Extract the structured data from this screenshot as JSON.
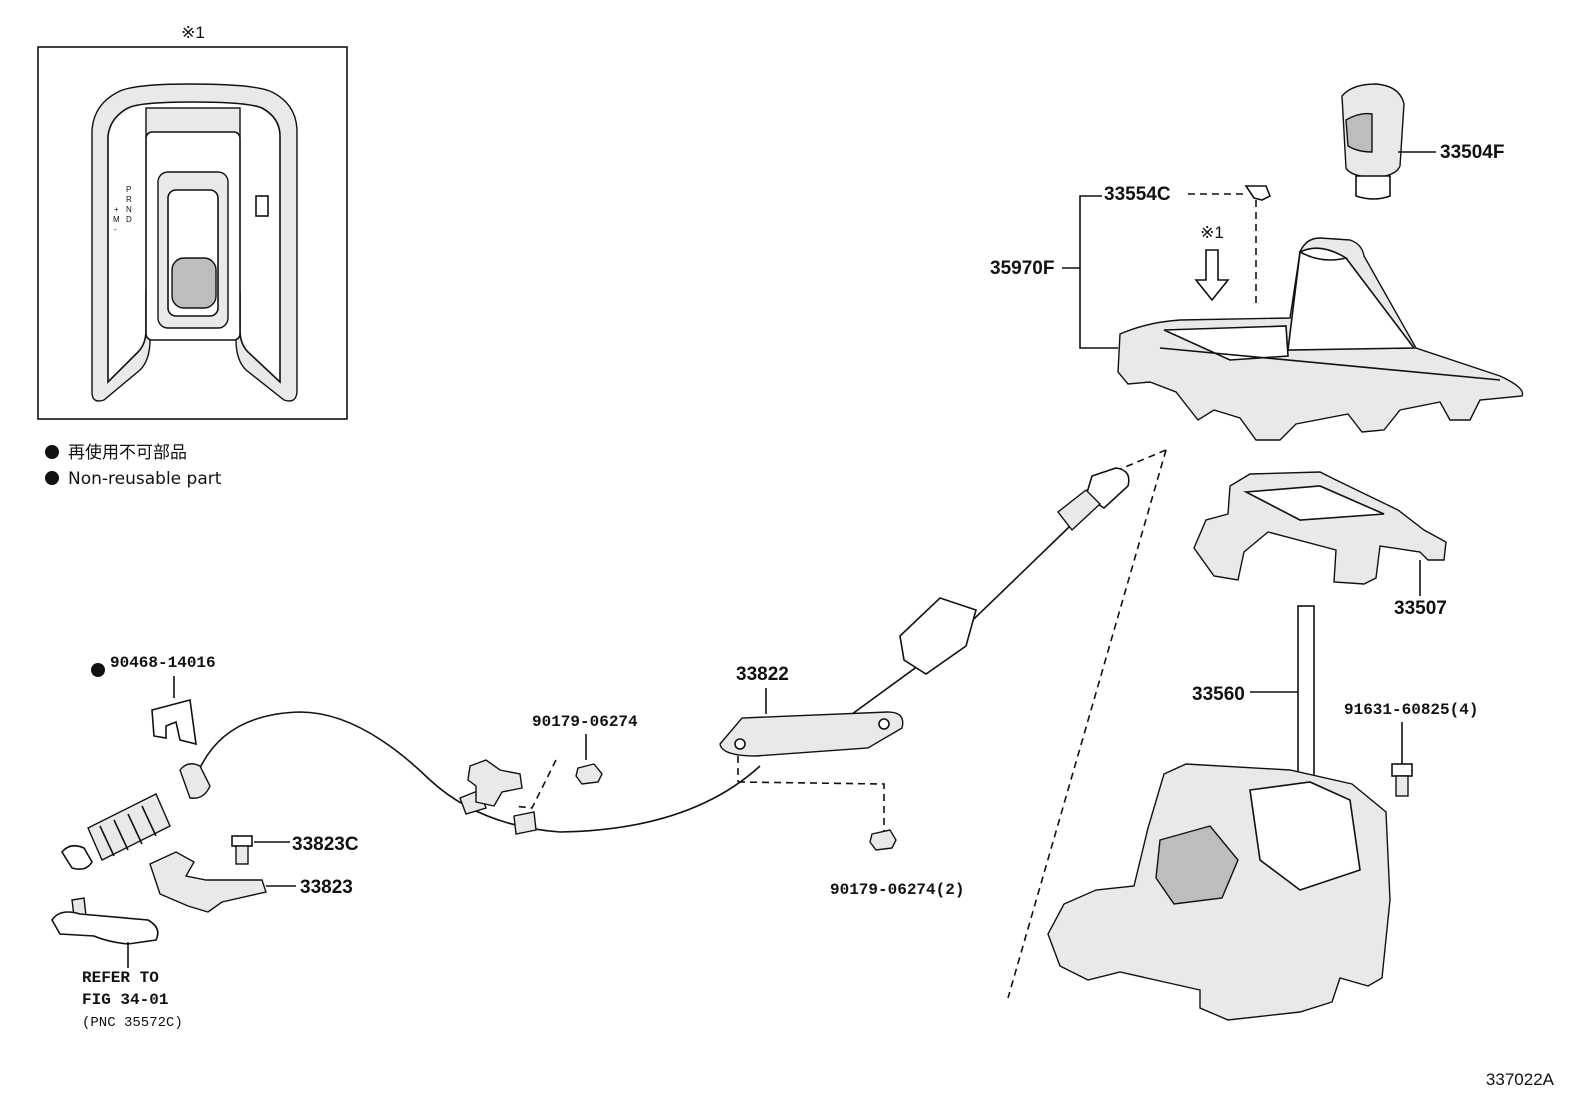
{
  "inset": {
    "note_mark": "※1",
    "shift_pattern": [
      "P",
      "R",
      "N",
      "D"
    ],
    "shift_pattern_side": [
      "+",
      "M",
      "-"
    ]
  },
  "legend": {
    "line1": "再使用不可部品",
    "line2": "Non-reusable part"
  },
  "parts": {
    "p33504F": "33504F",
    "p33554C": "33554C",
    "p35970F": "35970F",
    "p33507": "33507",
    "p33560": "33560",
    "p91631": "91631-60825(4)",
    "p33822": "33822",
    "p90179a": "90179-06274",
    "p90179b": "90179-06274(2)",
    "p90468": "90468-14016",
    "p33823C": "33823C",
    "p33823": "33823"
  },
  "arrow_note": "※1",
  "refer": {
    "line1": "REFER TO",
    "line2": "FIG 34-01",
    "line3": "(PNC 35572C)"
  },
  "diagram_id": "337022A"
}
